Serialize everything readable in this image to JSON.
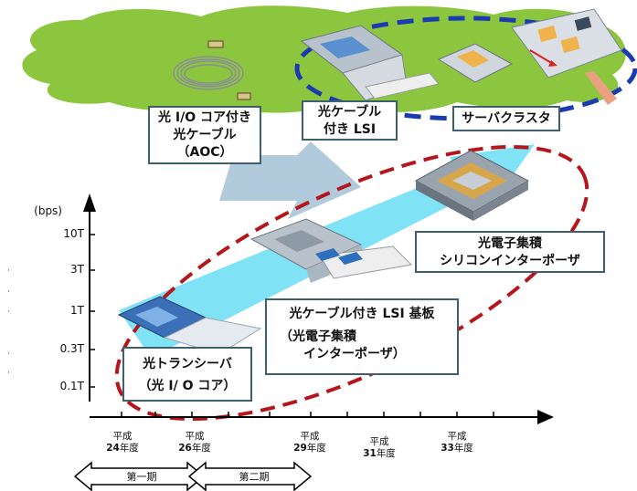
{
  "labels": {
    "aoc": [
      "光 I/O コア付き",
      "光ケーブル",
      "（AOC）"
    ],
    "cable_lsi": [
      "光ケーブル",
      "付き LSI"
    ],
    "server": "サーバクラスタ",
    "silicon": [
      "光電子集積",
      "シリコンインターポーザ"
    ],
    "lsi_board": [
      "光ケーブル付き LSI 基板",
      "（光電子集積",
      "インターポーザ）"
    ],
    "transceiver": [
      "光トランシーバ",
      "（光 I/ O コア）"
    ]
  },
  "y_axis": {
    "unit": "(bps)",
    "ticks": [
      "10T",
      "3T",
      "1T",
      "0.3T",
      "0.1T"
    ]
  },
  "x_axis": {
    "ticks": [
      {
        "era": "平成",
        "year": "24",
        "suffix": "年度"
      },
      {
        "era": "平成",
        "year": "26",
        "suffix": "年度"
      },
      {
        "era": "平成",
        "year": "29",
        "suffix": "年度"
      },
      {
        "era": "平成",
        "year": "31",
        "suffix": "年度"
      },
      {
        "era": "平成",
        "year": "33",
        "suffix": "年度"
      }
    ]
  },
  "phases": [
    "第一期",
    "第二期"
  ],
  "colors": {
    "cloud": "#8cc63f",
    "blue_ellipse": "#1a3cb0",
    "red_ellipse": "#b4161b",
    "cyan_arrow": "#7fe3f5",
    "gray_arrow": "#a9c4d8",
    "box_border": "#3d5f6e"
  }
}
